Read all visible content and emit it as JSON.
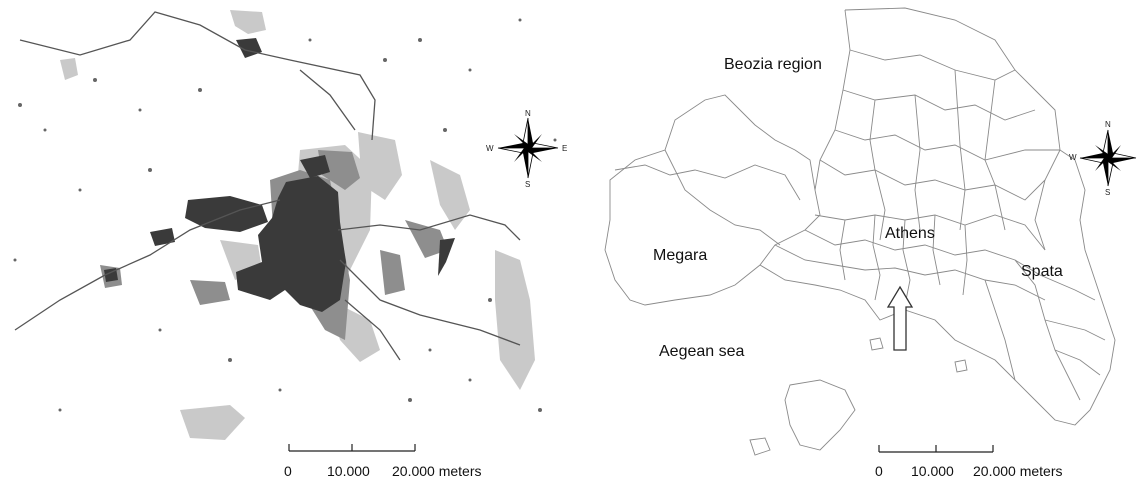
{
  "left_map": {
    "compass": {
      "n": "N",
      "s": "S",
      "e": "E",
      "w": "W"
    },
    "scale": {
      "tick0": "0",
      "tick1": "10.000",
      "tick2": "20.000 meters"
    }
  },
  "right_map": {
    "labels": {
      "beozia": "Beozia region",
      "megara": "Megara",
      "athens": "Athens",
      "spata": "Spata",
      "aegean": "Aegean sea"
    },
    "compass": {
      "n": "N",
      "s": "S",
      "w": "W"
    },
    "scale": {
      "tick0": "0",
      "tick1": "10.000",
      "tick2": "20.000 meters"
    }
  }
}
